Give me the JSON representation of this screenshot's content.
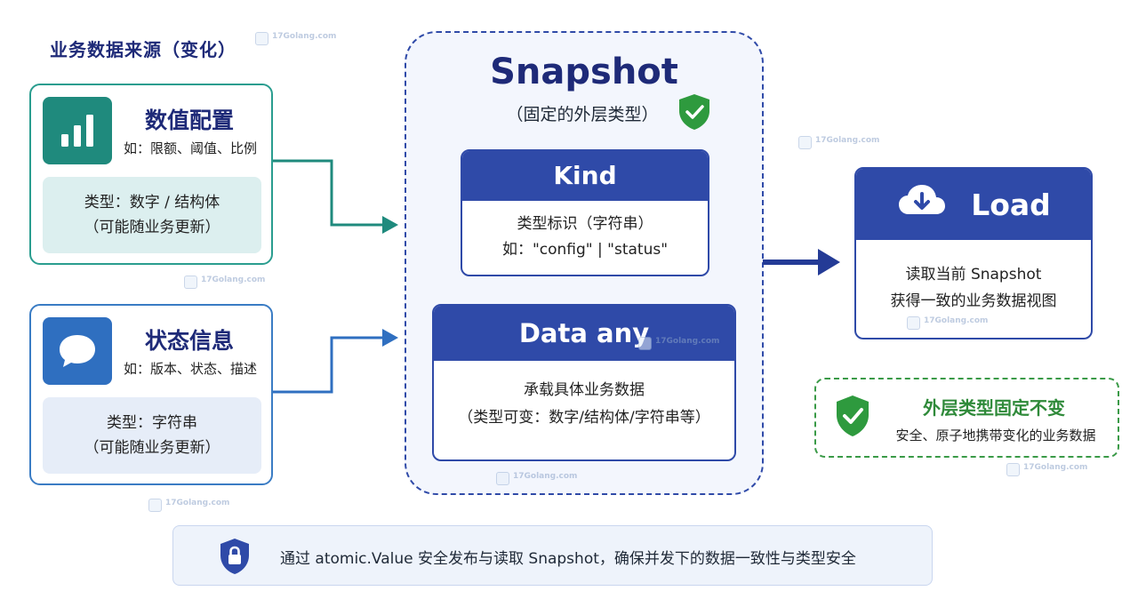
{
  "section_title": "业务数据来源（变化）",
  "sources": [
    {
      "title": "数值配置",
      "examples": "如：限额、阈值、比例",
      "type_line1": "类型：数字 / 结构体",
      "type_line2": "（可能随业务更新）",
      "icon": "bar-chart-icon"
    },
    {
      "title": "状态信息",
      "examples": "如：版本、状态、描述",
      "type_line1": "类型：字符串",
      "type_line2": "（可能随业务更新）",
      "icon": "chat-bubble-icon"
    }
  ],
  "snapshot": {
    "title": "Snapshot",
    "subtitle": "（固定的外层类型）",
    "kind": {
      "title": "Kind",
      "line1": "类型标识（字符串）",
      "line2": "如：\"config\" | \"status\""
    },
    "data": {
      "title": "Data any",
      "line1": "承载具体业务数据",
      "line2": "（类型可变：数字/结构体/字符串等）"
    }
  },
  "load": {
    "title": "Load",
    "line1": "读取当前 Snapshot",
    "line2": "获得一致的业务数据视图",
    "icon": "cloud-download-icon"
  },
  "note": {
    "title": "外层类型固定不变",
    "subtitle": "安全、原子地携带变化的业务数据"
  },
  "banner": {
    "text": "通过 atomic.Value 安全发布与读取 Snapshot，确保并发下的数据一致性与类型安全"
  },
  "watermark": {
    "text": "17Golang.com"
  },
  "colors": {
    "navy": "#1e2a78",
    "blue": "#2f4aa8",
    "teal": "#1f8a7d",
    "green": "#3a9a47"
  }
}
